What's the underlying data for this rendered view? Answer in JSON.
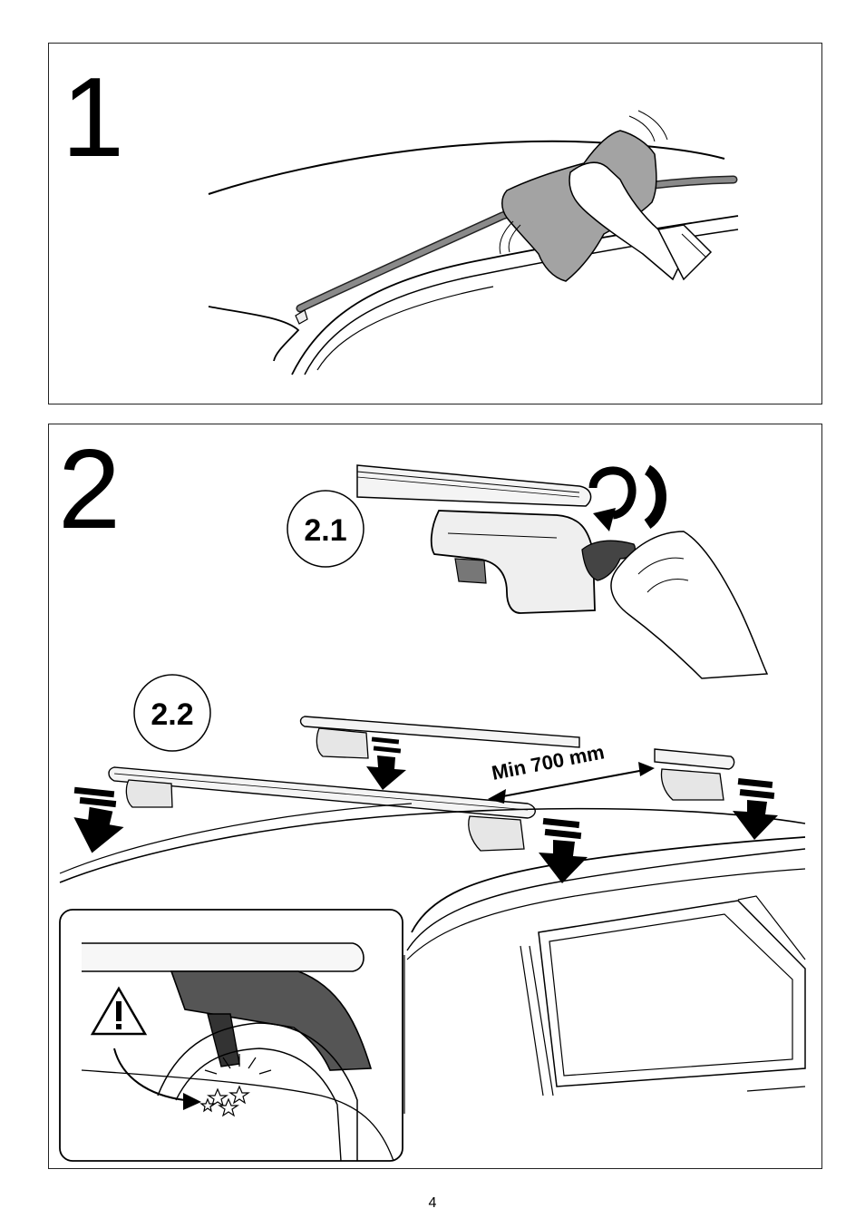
{
  "steps": [
    {
      "number": "1"
    },
    {
      "number": "2",
      "sub_steps": [
        "2.1",
        "2.2"
      ]
    }
  ],
  "annotations": {
    "min_distance": "Min 700 mm"
  },
  "page": {
    "number": "4"
  }
}
